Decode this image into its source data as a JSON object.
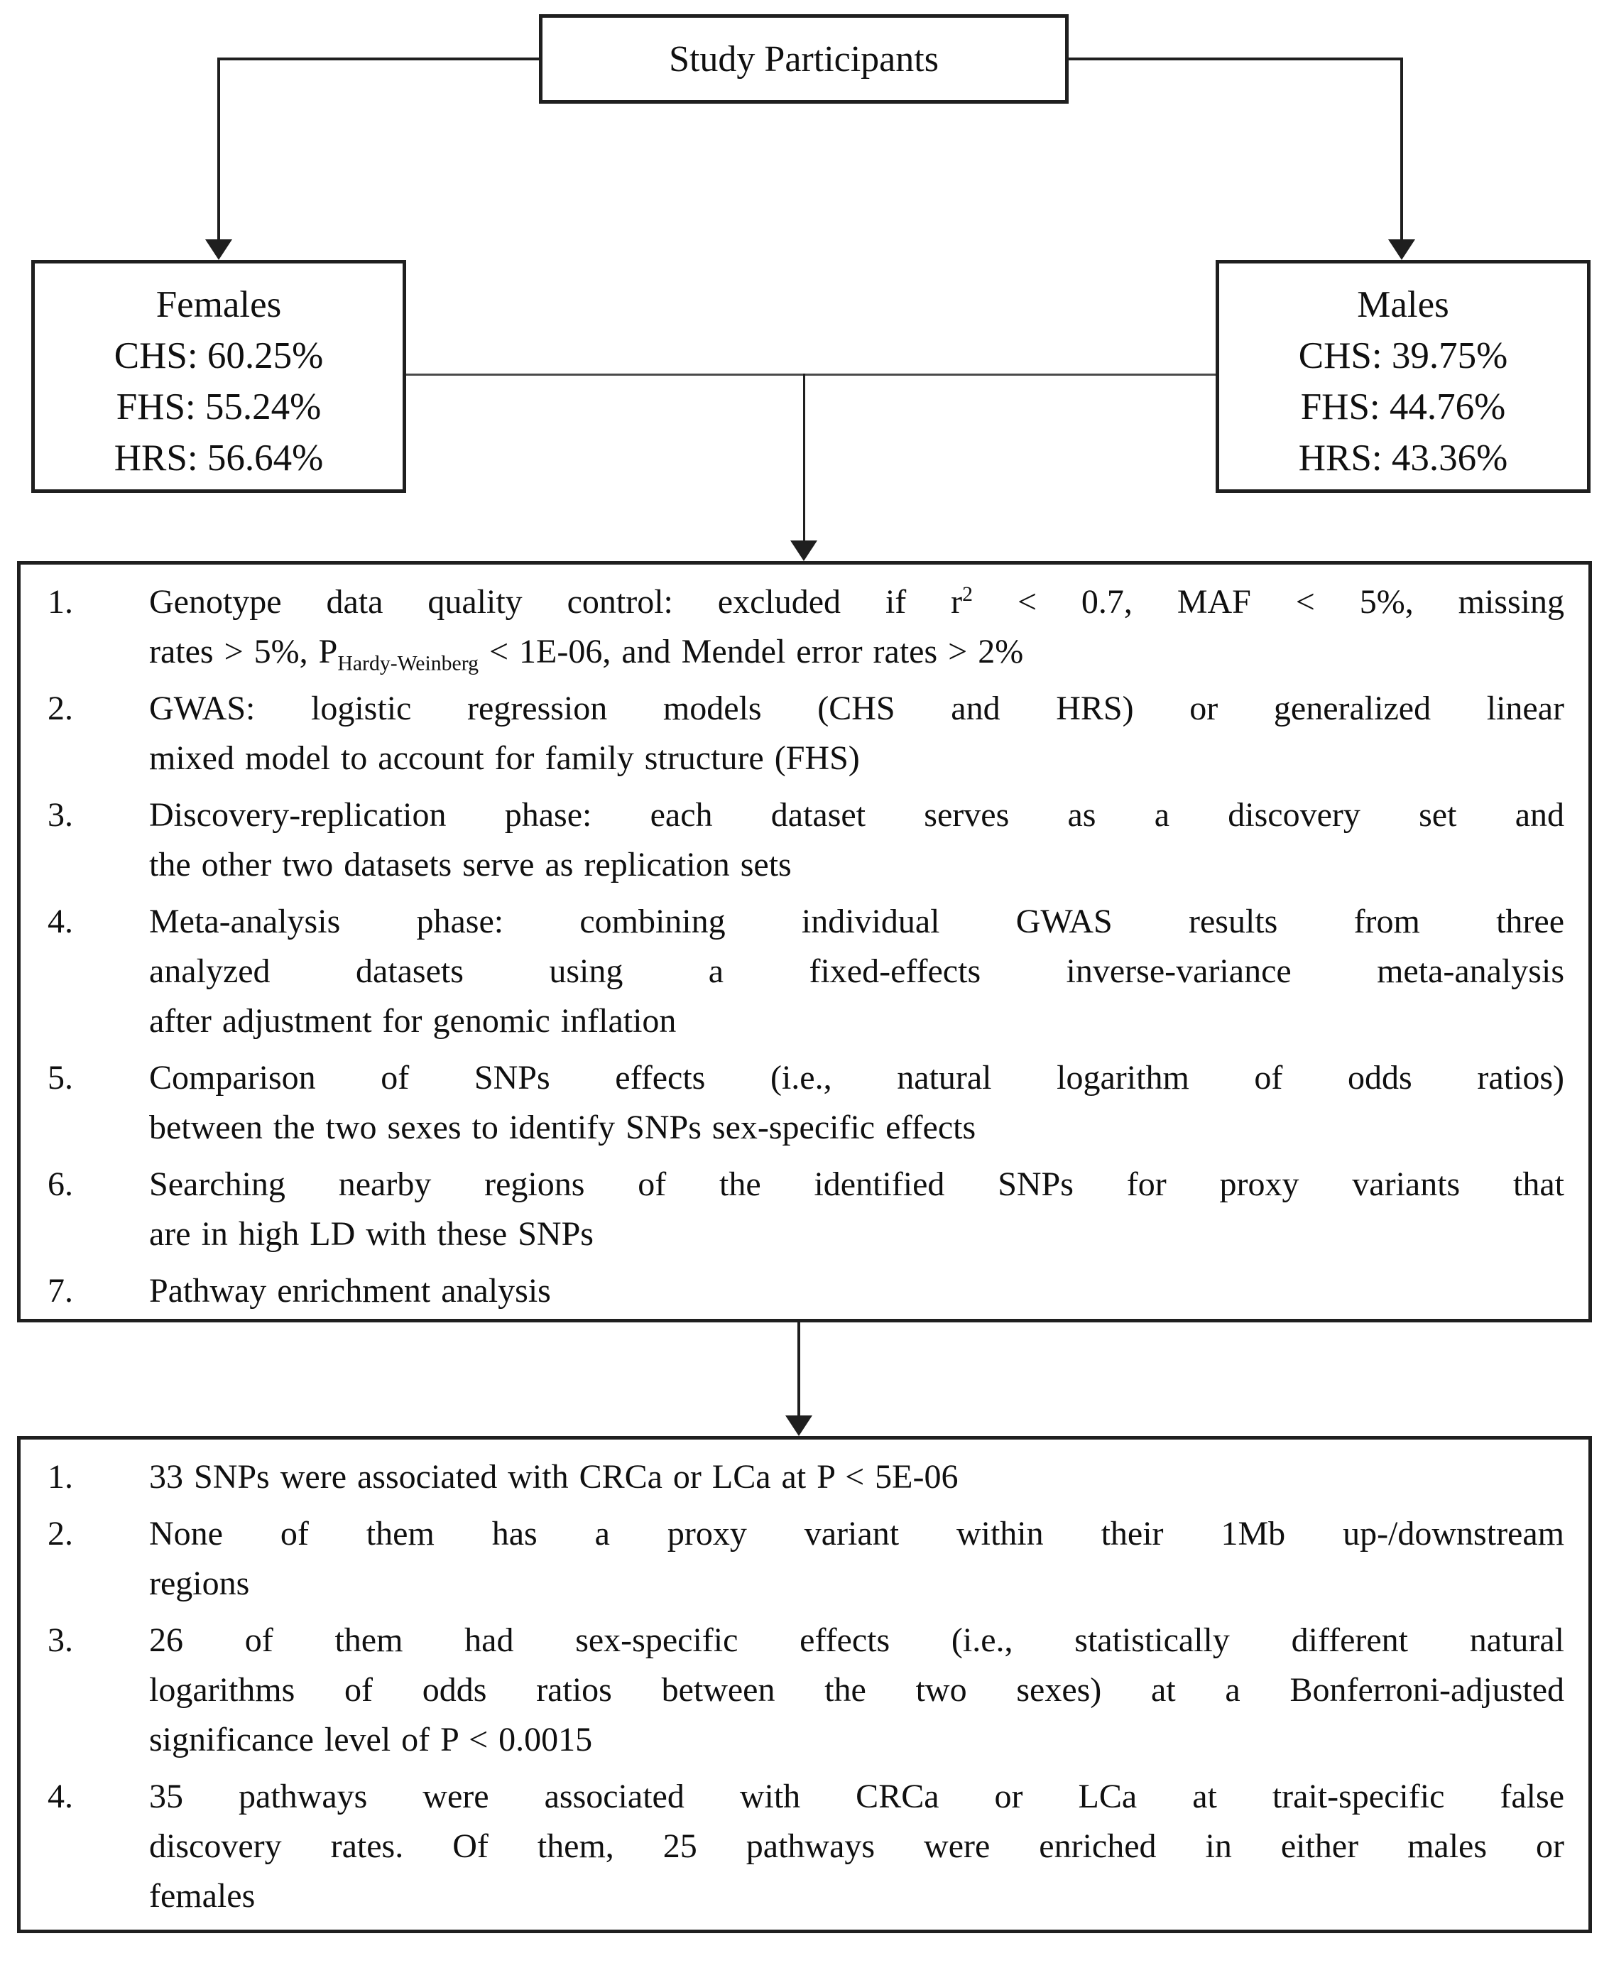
{
  "page": {
    "background": "#ffffff",
    "line_color": "#1f1f1f",
    "thin_line_color": "#4a4a4a"
  },
  "flowchart": {
    "top_box": {
      "label": "Study Participants"
    },
    "females_box": {
      "title": "Females",
      "stats": [
        "CHS: 60.25%",
        "FHS: 55.24%",
        "HRS: 56.64%"
      ]
    },
    "males_box": {
      "title": "Males",
      "stats": [
        "CHS: 39.75%",
        "FHS: 44.76%",
        "HRS: 43.36%"
      ]
    },
    "methods_box": {
      "items": [
        {
          "number": "1.",
          "lines": [
            [
              {
                "text": "Genotype data quality control: excluded if r"
              },
              {
                "sup": "2"
              },
              {
                "text": " < 0.7, MAF < 5%, missing"
              }
            ],
            [
              {
                "text": "rates > 5%, P"
              },
              {
                "sub": "Hardy-Weinberg"
              },
              {
                "text": " < 1E-06, and Mendel error rates > 2%"
              }
            ]
          ]
        },
        {
          "number": "2.",
          "lines": [
            [
              {
                "text": "GWAS: logistic regression models (CHS and HRS) or generalized linear"
              }
            ],
            [
              {
                "text": "mixed model to account for family structure (FHS)"
              }
            ]
          ]
        },
        {
          "number": "3.",
          "lines": [
            [
              {
                "text": "Discovery-replication phase: each dataset serves as a discovery set and"
              }
            ],
            [
              {
                "text": "the other two datasets serve as replication sets"
              }
            ]
          ]
        },
        {
          "number": "4.",
          "lines": [
            [
              {
                "text": "Meta-analysis phase: combining individual GWAS results from three"
              }
            ],
            [
              {
                "text": "analyzed datasets using a fixed-effects inverse-variance meta-analysis"
              }
            ],
            [
              {
                "text": "after adjustment for genomic inflation"
              }
            ]
          ]
        },
        {
          "number": "5.",
          "lines": [
            [
              {
                "text": "Comparison of SNPs effects (i.e., natural logarithm of odds ratios)"
              }
            ],
            [
              {
                "text": "between the two sexes to identify SNPs sex-specific effects"
              }
            ]
          ]
        },
        {
          "number": "6.",
          "lines": [
            [
              {
                "text": "Searching nearby regions of the identified SNPs for proxy variants that"
              }
            ],
            [
              {
                "text": "are in high LD with these SNPs"
              }
            ]
          ]
        },
        {
          "number": "7.",
          "lines": [
            [
              {
                "text": "Pathway enrichment analysis"
              }
            ]
          ]
        }
      ]
    },
    "results_box": {
      "items": [
        {
          "number": "1.",
          "lines": [
            [
              {
                "text": "33 SNPs were associated with CRCa or LCa at P < 5E-06"
              }
            ]
          ]
        },
        {
          "number": "2.",
          "lines": [
            [
              {
                "text": "None of them has a proxy variant within their 1Mb up-/downstream"
              }
            ],
            [
              {
                "text": "regions"
              }
            ]
          ]
        },
        {
          "number": "3.",
          "lines": [
            [
              {
                "text": "26 of them had sex-specific effects (i.e., statistically different natural"
              }
            ],
            [
              {
                "text": "logarithms of odds ratios between the two sexes) at a Bonferroni-adjusted"
              }
            ],
            [
              {
                "text": "significance level of P < 0.0015"
              }
            ]
          ]
        },
        {
          "number": "4.",
          "lines": [
            [
              {
                "text": "35 pathways were associated with CRCa or LCa at trait-specific false"
              }
            ],
            [
              {
                "text": "discovery rates. Of them, 25 pathways were enriched in either males or"
              }
            ],
            [
              {
                "text": "females"
              }
            ]
          ]
        }
      ]
    }
  }
}
